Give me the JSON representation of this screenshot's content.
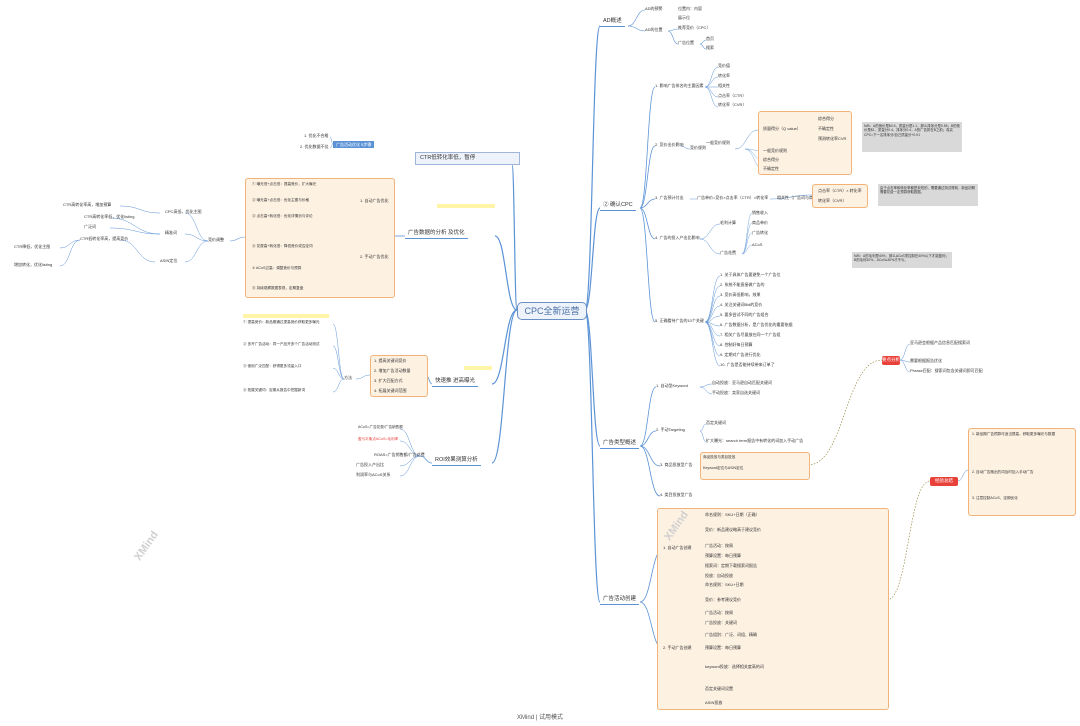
{
  "central": "CPC全新运营",
  "branches": {
    "ad_cost": {
      "title": "AD概述",
      "items": [
        "AD的预警",
        "AD的位置"
      ],
      "sub": [
        "位置内：内容",
        "展示位",
        "首页",
        "搜索"
      ],
      "sub2": [
        "推荐竞价（CPC）",
        "广告位置"
      ]
    },
    "cpc": {
      "title": "② 确认CPC",
      "groups": [
        {
          "title": "1. 影响广告排名的主要因素",
          "items": [
            "竞价值",
            "转化率",
            "相关性",
            "点击率（CTR）",
            "转化率（CVR）"
          ]
        },
        {
          "title": "2. 竞价出价影响",
          "items": [
            "竞价规则",
            "一般竞价规则",
            "质量得分（Q value）",
            "综合得分",
            "不确定性",
            "预测转化率CVR"
          ],
          "note": "N/B：A的竞价是$0.5，质量分是1.1，那么排序分是0.55；B的竞价是$1，质量分0.4，排序分0.4，A的广告排在B之前；真实CPC=下一名排序分/自己质量分+0.01"
        },
        {
          "title": "3. 广告预计付出",
          "items": [
            "广告单价=竞价×点击率（CTR）×转化率",
            "相关性（广告词与商品）",
            "点击率（CTR）× 转化率",
            "转化率（CVR）"
          ],
          "note": "由于点击率和转化率都是未知的，需要通过测试得到，新品初期需要花费一定预算获取数据。"
        },
        {
          "title": "4. 广告的投入产出比影响",
          "items": [
            "毛利计算",
            "广告花费",
            "销售收入",
            "商品单价",
            "广告转化",
            "ACoS"
          ],
          "note": "N/B：A的毛利是40%，那么ACoS须控制在40%以下才能盈利；B的毛利30%，ACoS≤30%才不亏。"
        },
        {
          "title": "5. 正确看待广告的10个关键",
          "items": [
            "1. 关于具体广告要避免一个广告位",
            "2. 系统不能直接做广告的",
            "3. 竞价高低影响，效果",
            "4. 关注关键词Bid的竞价",
            "5. 要多尝试不同的广告组合",
            "6. 广告数据分析，是广告优化的重要依据",
            "7. 相关广告尽量放在同一个广告组",
            "8. 控制好每日预算",
            "9. 定期对广告进行优化",
            "10. 广告是否能持续带来订单了"
          ]
        }
      ]
    },
    "targeting": {
      "title": "广告类型概述",
      "items": [
        "1. 自动型Keyword",
        "2. 手动Targeting",
        "3. 商品投放型广告",
        "4. 类目投放型广告"
      ],
      "details": [
        "自动投放：亚马逊自动匹配关键词",
        "手动投放：卖家自选关键词",
        "否定关键词",
        "商品投放与类目投放",
        "Keyword定位与ASIN定位",
        "扩大曝光：search term报告中有转化的词加入手动广告"
      ],
      "red_tag": "要点分析",
      "red_items": [
        "亚马逊会根据产品信息匹配搜索词",
        "需要根据报告优化",
        "Phrase匹配：搜索词包含关键词即可匹配"
      ]
    },
    "create": {
      "title": "广告活动创建",
      "groups": [
        {
          "title": "1. 自动广告创建",
          "items": [
            "命名规则：SKU+日期（正确）",
            "竞价：新品建议略高于建议竞价",
            "广告活动：按周",
            "预算设置：每日预算",
            "搜索词：定期下载搜索词报告",
            "投放：自动投放"
          ]
        },
        {
          "title": "2. 手动广告创建",
          "items": [
            "命名规则：SKU+日期",
            "竞价：参考建议竞价",
            "广告活动：按周",
            "广告投放：关键词",
            "广告组别：广泛、词组、精确",
            "预算设置：每日预算",
            "keyword投放：选择相关度高的词",
            "否定关键词设置",
            "ASIN投放"
          ]
        }
      ],
      "red_tag": "经验总结",
      "red_items": [
        "1. 新品期广告预算可适当提高，获取更多曝光与数据",
        "2. 自动广告跑出的词及时加入手动广告",
        "3. 注意控制ACoS，定期优化"
      ]
    },
    "analysis": {
      "title": "广告数据的分析 及优化",
      "items": [
        "1. 自动广告优化",
        "2. 手动广告优化"
      ],
      "left": [
        "CTR高转化率高，增加预算",
        "CTR高转化率低，优化listing",
        "CTR低转化率高，提高竞价",
        "CTR低转化率低，暂停"
      ],
      "blue_tag": "广告活动优化 5步骤",
      "blue_items": [
        "1. 优化不合格",
        "2. 优化数据不佳"
      ],
      "panel": [
        "① 曝光低+点击低：提高竞价，扩大曝光",
        "② 曝光高+点击低：优化主图与价格",
        "③ 点击高+转化低：优化详情页与评论",
        "④ 花费高+转化低：降低竞价或否定词",
        "⑤ ACoS过高：调整竞价与预算",
        "⑥ 持续观察数据表现，定期复盘"
      ]
    },
    "rapid": {
      "title": "快速推 进高曝光",
      "items": [
        "1. 提高关键词竞价",
        "2. 增加广告活动数量",
        "3. 扩大匹配方式",
        "4. 拓展关键词范围"
      ],
      "tag": "方法",
      "notes": [
        "① 提高竞价：新品期通过提高竞价获取更多曝光",
        "② 多开广告活动：同一产品开多个广告活动测试",
        "③ 使用广泛匹配：获得更多流量入口",
        "④ 拓展关键词：定期从报告中挖掘新词"
      ]
    },
    "roi": {
      "title": "ROI效果测算分析",
      "items": [
        "ACoS=广告花费/广告销售额",
        "ROAS=广告销售额/广告花费",
        "广告投入产出比",
        "利润率与ACoS关系"
      ],
      "red_note": "盈亏平衡点ACoS=毛利率"
    },
    "extra": [
      "CTR降低，优化主图",
      "增加转化，优化listing"
    ]
  },
  "left_items": [
    "CPC高低，优化主图",
    "精准词",
    "广泛词",
    "ASIN定位",
    "竞价调整"
  ],
  "watermark": "XMind",
  "watermark_sub": "试用模式",
  "footer": "XMind | 试用模式"
}
